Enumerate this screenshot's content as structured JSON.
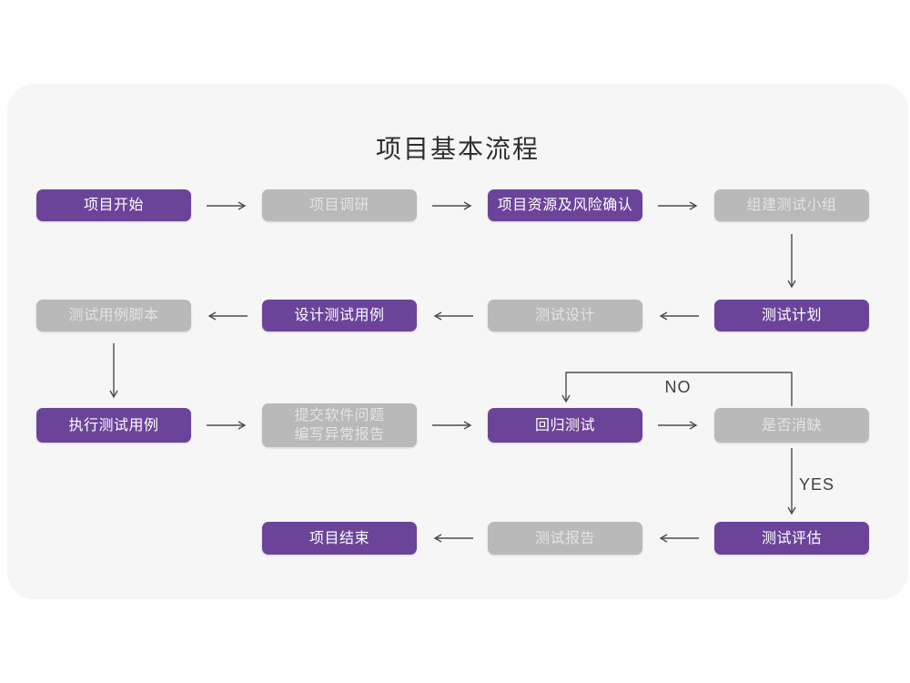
{
  "title": "项目基本流程",
  "colors": {
    "primary": "#6b4499",
    "secondary": "#b9b9b9",
    "card_background": "#f6f6f6",
    "page_background": "#ffffff",
    "arrow": "#4d4d4d",
    "box_text": "#ffffff",
    "secondary_box_text": "#e3e3e3",
    "title_text": "#2f2f2f",
    "decision_label_text": "#3f3f3f"
  },
  "flowchart": {
    "rows": [
      {
        "cells": [
          {
            "label": "项目开始",
            "variant": "primary"
          },
          {
            "label": "项目调研",
            "variant": "secondary"
          },
          {
            "label": "项目资源及风险确认",
            "variant": "primary"
          },
          {
            "label": "组建测试小组",
            "variant": "secondary"
          }
        ]
      },
      {
        "cells": [
          {
            "label": "测试用例脚本",
            "variant": "secondary"
          },
          {
            "label": "设计测试用例",
            "variant": "primary"
          },
          {
            "label": "测试设计",
            "variant": "secondary"
          },
          {
            "label": "测试计划",
            "variant": "primary"
          }
        ]
      },
      {
        "cells": [
          {
            "label": "执行测试用例",
            "variant": "primary"
          },
          {
            "label": "提交软件问题\n编写异常报告",
            "variant": "secondary"
          },
          {
            "label": "回归测试",
            "variant": "primary"
          },
          {
            "label": "是否消缺",
            "variant": "secondary"
          }
        ]
      },
      {
        "cells": [
          {
            "label": "项目结束",
            "variant": "primary"
          },
          {
            "label": "测试报告",
            "variant": "secondary"
          },
          {
            "label": "测试评估",
            "variant": "primary"
          }
        ]
      }
    ],
    "decision_labels": {
      "no": "NO",
      "yes": "YES"
    }
  }
}
